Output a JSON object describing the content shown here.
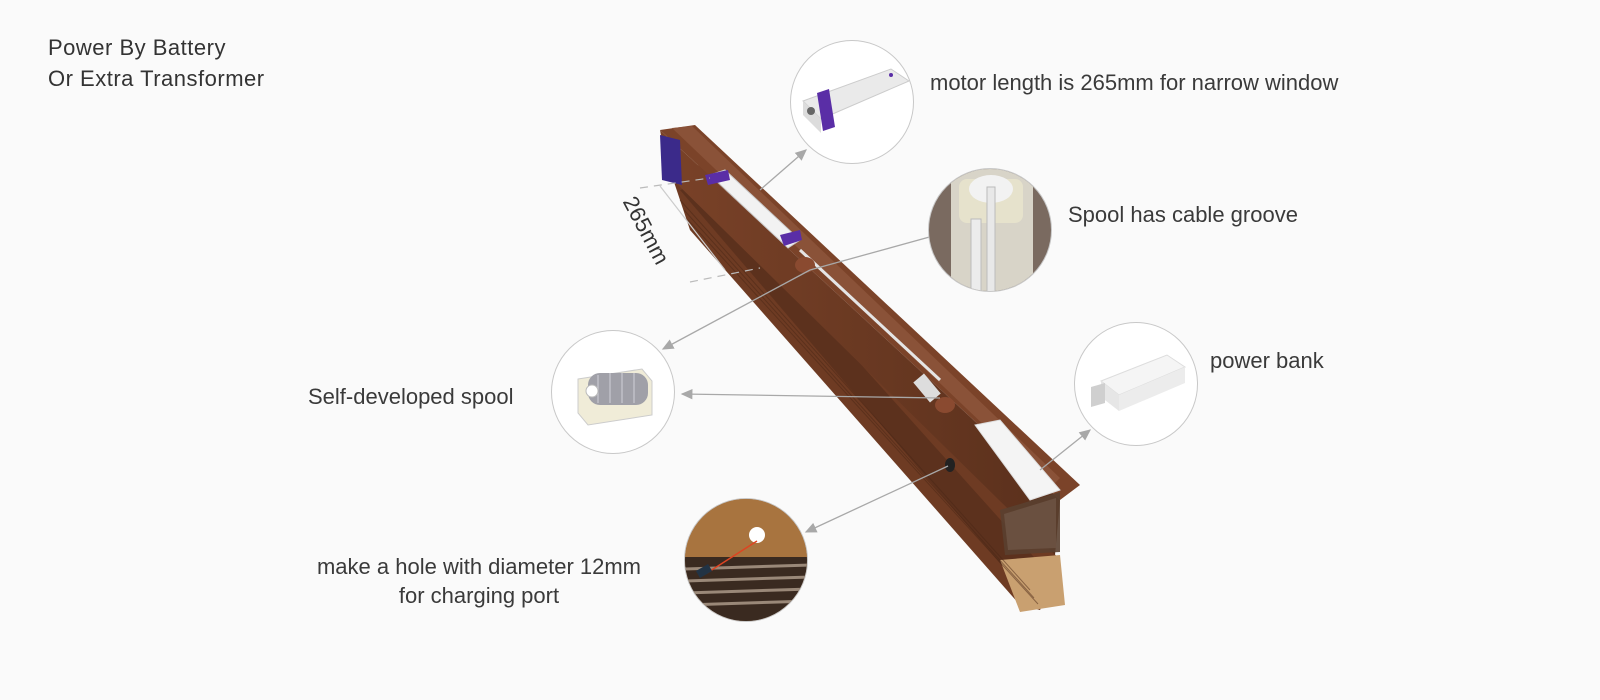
{
  "title": {
    "line1": "Power By Battery",
    "line2": "Or Extra Transformer"
  },
  "dimension": {
    "label": "265mm"
  },
  "callouts": [
    {
      "id": "motor",
      "label": "motor length is 265mm for narrow window",
      "icon": "motor-icon"
    },
    {
      "id": "spool-groove",
      "label": "Spool has cable groove",
      "icon": "spool-groove-icon"
    },
    {
      "id": "spool",
      "label": "Self-developed spool",
      "icon": "spool-icon"
    },
    {
      "id": "power-bank",
      "label": "power bank",
      "icon": "power-bank-icon"
    },
    {
      "id": "charging-hole",
      "label_line1": "make a hole with diameter 12mm",
      "label_line2": "for charging port",
      "icon": "charging-port-icon"
    }
  ],
  "colors": {
    "background": "#fafafa",
    "rail": "#6b3a22",
    "rail_dark": "#4a2716",
    "accent_purple": "#5a2ea6",
    "arrow": "#a8a8a8"
  }
}
